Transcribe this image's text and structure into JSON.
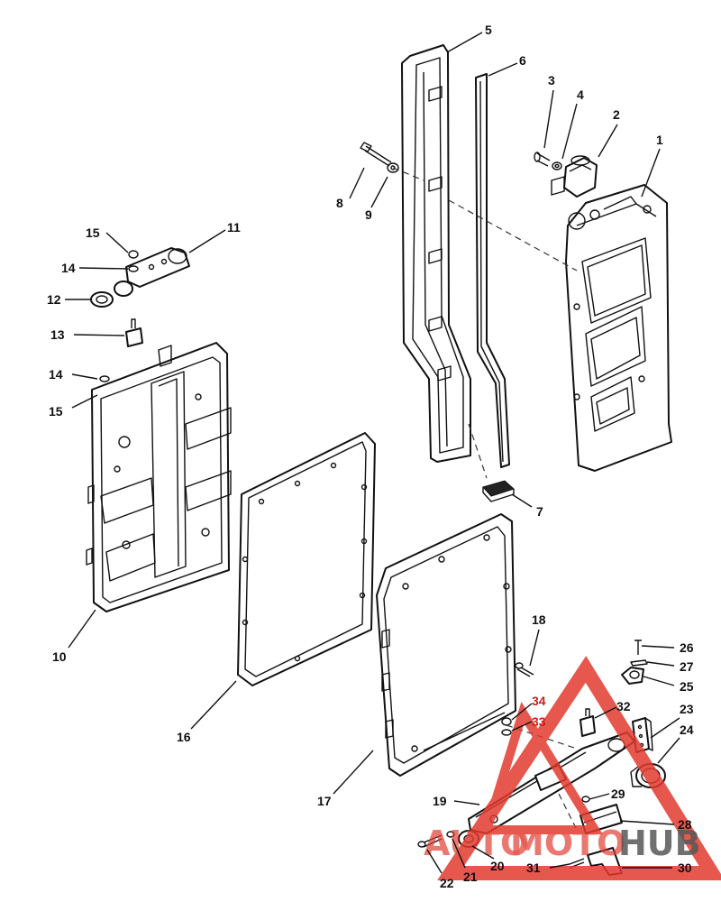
{
  "diagram": {
    "callouts": {
      "c1": "1",
      "c2": "2",
      "c3": "3",
      "c4": "4",
      "c5": "5",
      "c6": "6",
      "c7": "7",
      "c8": "8",
      "c9": "9",
      "c10": "10",
      "c11": "11",
      "c12": "12",
      "c13": "13",
      "c14a": "14",
      "c14b": "14",
      "c15a": "15",
      "c15b": "15",
      "c16": "16",
      "c17": "17",
      "c18": "18",
      "c19": "19",
      "c20": "20",
      "c21": "21",
      "c22": "22",
      "c23": "23",
      "c24": "24",
      "c25": "25",
      "c26": "26",
      "c27": "27",
      "c28": "28",
      "c29": "29",
      "c30": "30",
      "c31": "31",
      "c32": "32",
      "c33": "33",
      "c34": "34"
    },
    "highlight_color": "#c81e1e"
  },
  "watermark": {
    "part1": "AUTO",
    "part2": "MOTO",
    "part3": "HUB",
    "colors": {
      "primary": "#e23a2e",
      "secondary": "#3a3a3a"
    }
  }
}
